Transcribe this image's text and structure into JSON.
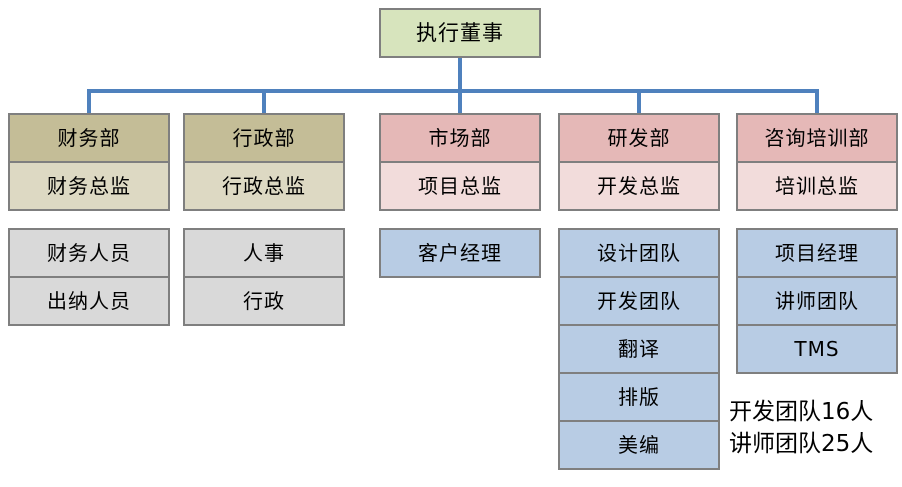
{
  "root": {
    "label": "执行董事"
  },
  "departments": [
    {
      "name": "财务部",
      "director": "财务总监",
      "teams": [
        "财务人员",
        "出纳人员"
      ]
    },
    {
      "name": "行政部",
      "director": "行政总监",
      "teams": [
        "人事",
        "行政"
      ]
    },
    {
      "name": "市场部",
      "director": "项目总监",
      "teams": [
        "客户经理"
      ]
    },
    {
      "name": "研发部",
      "director": "开发总监",
      "teams": [
        "设计团队",
        "开发团队",
        "翻译",
        "排版",
        "美编"
      ]
    },
    {
      "name": "咨询培训部",
      "director": "培训总监",
      "teams": [
        "项目经理",
        "讲师团队",
        "TMS"
      ]
    }
  ],
  "annotation": {
    "line1": "开发团队16人",
    "line2": "讲师团队25人"
  },
  "colors": {
    "root_fill": "#d7e4bd",
    "tan_header": "#c4bd97",
    "tan_sub": "#ddd9c3",
    "pink_header": "#e5b8b7",
    "pink_sub": "#f2dcdb",
    "team_gray": "#d9d9d9",
    "team_blue": "#b8cce4",
    "connector_line": "#4f81bd",
    "box_border": "#7f7f7f"
  }
}
